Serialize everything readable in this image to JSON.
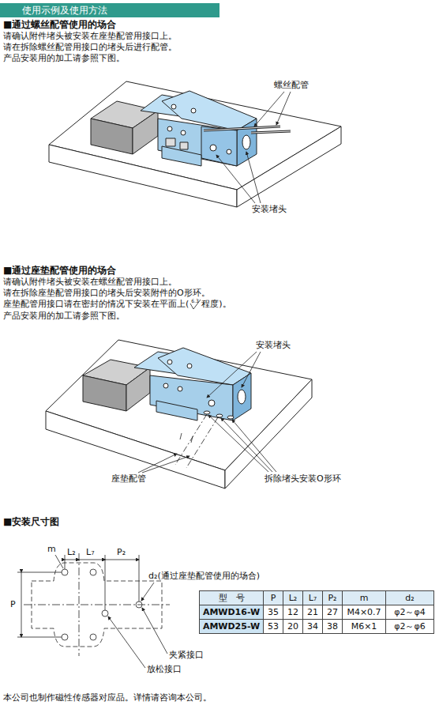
{
  "diagram": {
    "nodes": [
      {
        "text": [
          "使用示例及使用方法"
        ]
      }
    ],
    "labels": [
      "■通过螺丝配管使用的场合",
      "请确认附件堵头被安装在座垫配管用接口上。",
      "请在拆除螺丝配管用接口的堵头后进行配管。",
      "产品安装用的加工请参照下图。",
      "螺丝配管",
      "安装堵头",
      "■通过座垫配管使用的场合",
      "请确认附件堵头被安装在螺丝配管用接口上。",
      "请在拆除座垫配管用接口的堵头后安装附件的O形环。",
      "座垫配管用接口请在密封的情况下安装在平面上(",
      "6.3",
      "程度)。",
      "产品安装用的加工请参照下图。",
      "安装堵头",
      "座垫配管",
      "拆除堵头安装O形环",
      "■安装尺寸图",
      "m",
      "L₂",
      "L₇",
      "P₂",
      "P",
      "d₂(通过座垫配管使用的场合)",
      "夹紧接口",
      "放松接口",
      "型　号",
      "P",
      "L₂",
      "L₇",
      "P₂",
      "m",
      "d₂",
      "AMWD16-W",
      "35",
      "12",
      "21",
      "27",
      "M4×0.7",
      "φ2～φ4",
      "AMWD25-W",
      "53",
      "20",
      "34",
      "38",
      "M6×1",
      "φ2～φ6",
      "本公司也制作磁性传感器对应品。详情请咨询本公司。"
    ]
  }
}
